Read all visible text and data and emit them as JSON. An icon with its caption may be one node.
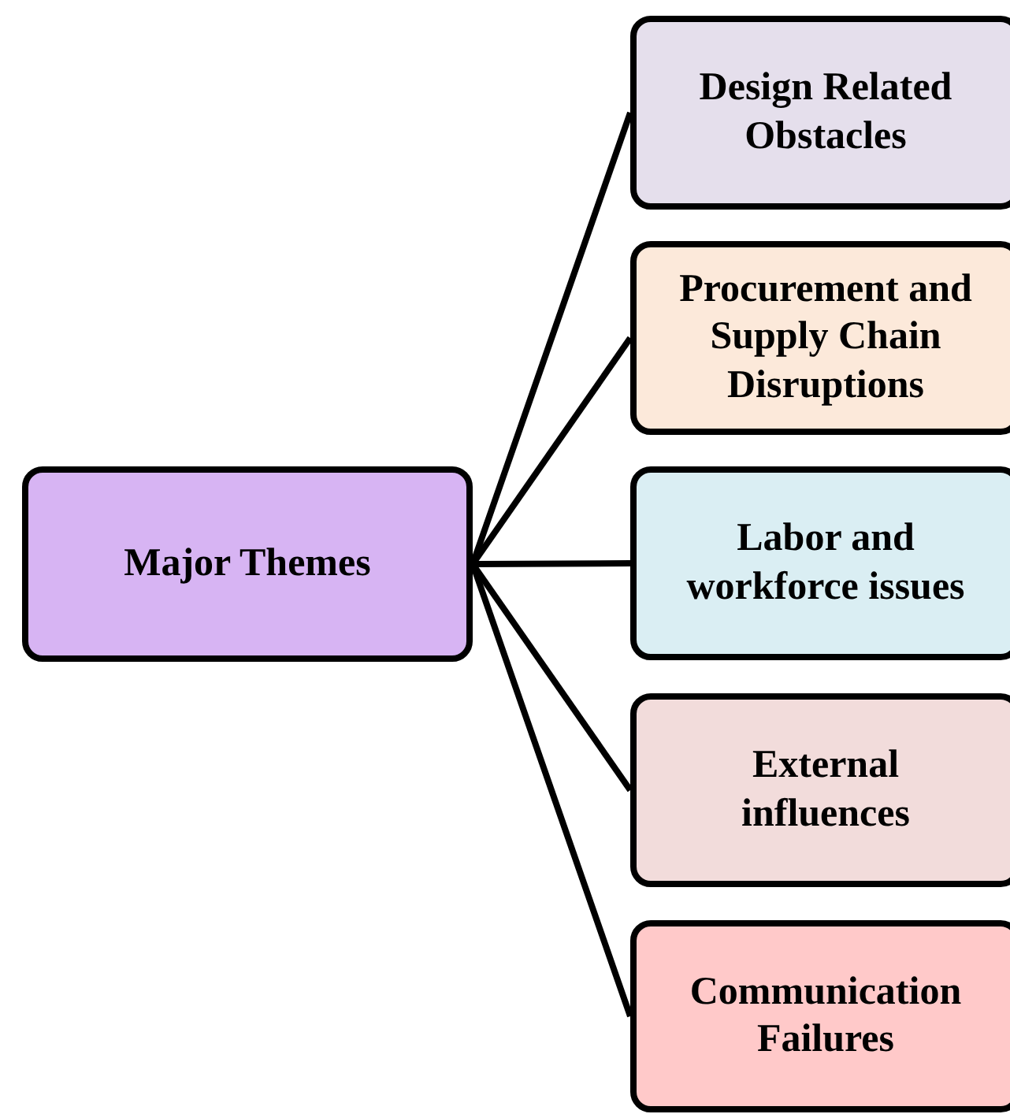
{
  "diagram": {
    "nodes": [
      {
        "text": [
          "Major Themes"
        ]
      },
      {
        "text": [
          "Design Related Obstacles"
        ]
      },
      {
        "text": [
          "Procurement and Supply Chain Disruptions"
        ]
      },
      {
        "text": [
          "Labor and workforce issues"
        ]
      },
      {
        "text": [
          "External influences"
        ]
      },
      {
        "text": [
          "Communication Failures"
        ]
      }
    ],
    "edges": [
      {
        "from": 0,
        "to": 1,
        "arrow": "none"
      },
      {
        "from": 0,
        "to": 2,
        "arrow": "none"
      },
      {
        "from": 0,
        "to": 3,
        "arrow": "none"
      },
      {
        "from": 0,
        "to": 4,
        "arrow": "none"
      },
      {
        "from": 0,
        "to": 5,
        "arrow": "none"
      }
    ]
  }
}
